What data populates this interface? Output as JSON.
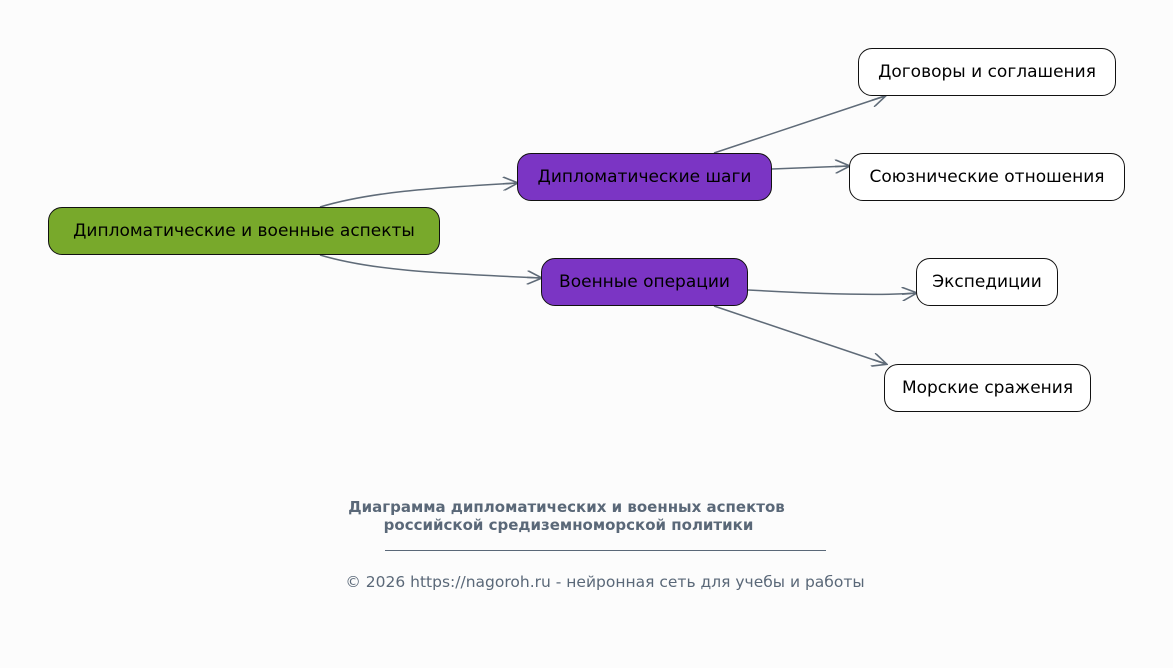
{
  "diagram": {
    "root": "Дипломатические и военные аспекты",
    "branches": [
      {
        "label": "Дипломатические шаги",
        "children": [
          "Договоры и соглашения",
          "Союзнические отношения"
        ]
      },
      {
        "label": "Военные операции",
        "children": [
          "Экспедиции",
          "Морские сражения"
        ]
      }
    ],
    "colors": {
      "root": "#78a92b",
      "branch": "#7b35c4",
      "leaf": "#ffffff",
      "edge": "#5f6b78"
    }
  },
  "footer": {
    "title_line1": "Диаграмма дипломатических и военных аспектов",
    "title_line2": "российской средиземноморской политики",
    "copyright": "© 2026 https://nagoroh.ru - нейронная сеть для учебы и работы"
  }
}
